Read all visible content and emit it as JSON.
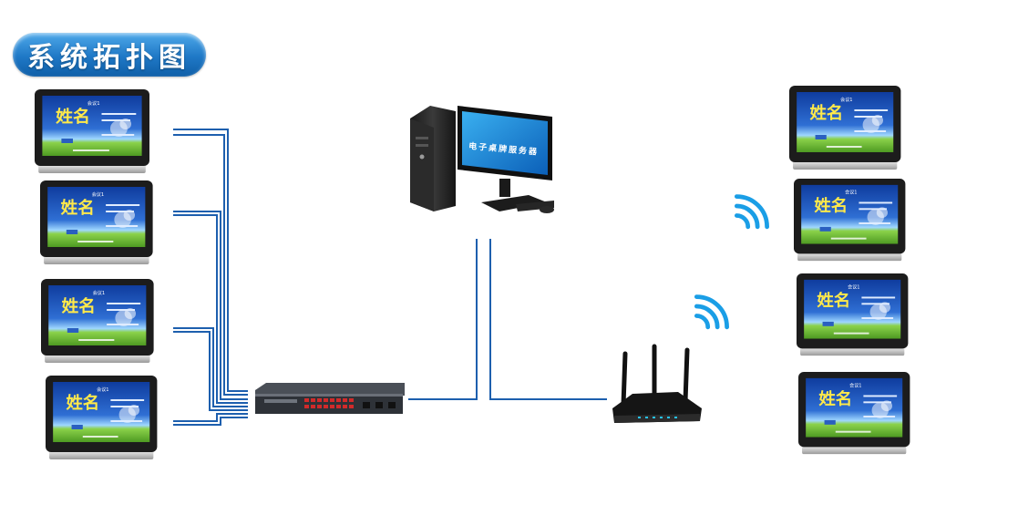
{
  "title": "系统拓扑图",
  "server_screen_text": "电子桌牌服务器",
  "tablet_name_text": "姓名",
  "colors": {
    "cable": "#1d5fae",
    "wifi": "#1a9ee6",
    "title_badge": "#1f78c6",
    "tablet_grass": "#76c33a",
    "tablet_sky": "#1e4fb8",
    "device_dark": "#222222"
  }
}
